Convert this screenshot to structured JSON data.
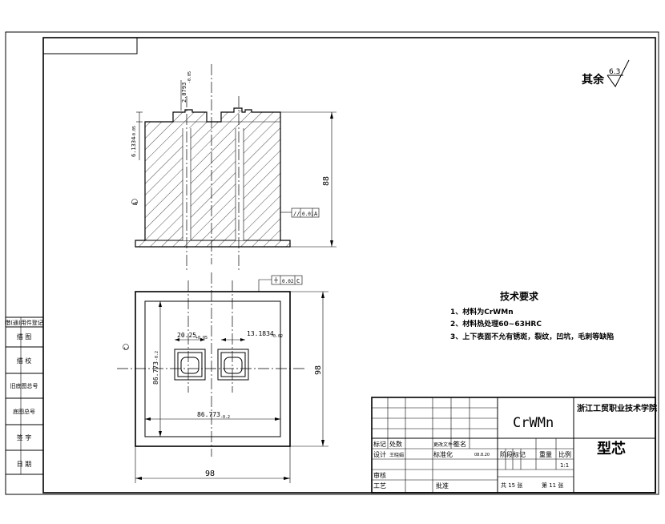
{
  "roughness": {
    "label": "其余",
    "value": "6.3"
  },
  "top_view": {
    "dim_slot_depth": "2.0793",
    "dim_slot_depth_tol": "-0.05",
    "dim_step": "6.1334",
    "dim_step_tol": "-0.05",
    "dim_height": "88",
    "datum_label": "A",
    "parallel_tol": "0.01",
    "parallel_ref": "A"
  },
  "bottom_view": {
    "flatness_tol": "0.02",
    "flatness_ref": "C",
    "datum_label": "C",
    "dim_hole_w": "20.25",
    "dim_hole_w_tol": "+0.05",
    "dim_hole_w2": "13.1834",
    "dim_hole_w2_tol": "-0.02",
    "dim_inner_v": "86.773",
    "dim_inner_v_tol": "-0.2",
    "dim_inner_h": "86.773",
    "dim_inner_h_tol": "-0.2",
    "dim_outer_v": "98",
    "dim_outer_h": "98"
  },
  "tech_req": {
    "title": "技术要求",
    "items": [
      "1、材料为CrWMn",
      "2、材料热处理60~63HRC",
      "3、上下表面不允有锈斑，裂纹，凹坑，毛刺等缺陷"
    ]
  },
  "left_strip": {
    "labels": [
      "借(通)用件登记",
      "描  图",
      "描  校",
      "旧底图总号",
      "底图总号",
      "签  字",
      "日  期"
    ]
  },
  "title_block": {
    "material": "CrWMn",
    "school": "浙江工贸职业技术学院",
    "part_name": "型芯",
    "row_headers": [
      "标记",
      "处数",
      "更改文件号",
      "签名"
    ],
    "design_label": "设计",
    "design_name": "王晓娟",
    "standard_label": "标准化",
    "date": "08.8.20",
    "stage_label": "阶段标记",
    "weight_label": "重量",
    "scale_label": "比例",
    "scale_value": "1:1",
    "review_label": "审核",
    "process_label": "工艺",
    "approve_label": "批准",
    "total_sheets": "共 15 张",
    "sheet_no": "第 11 张"
  }
}
